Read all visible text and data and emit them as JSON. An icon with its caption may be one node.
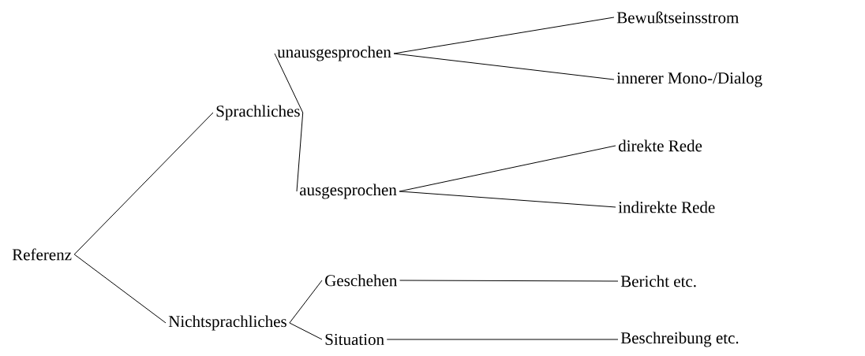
{
  "diagram": {
    "nodes": [
      {
        "text": [
          "Referenz"
        ]
      },
      {
        "text": [
          "Sprachliches"
        ]
      },
      {
        "text": [
          "unausgesprochen"
        ]
      },
      {
        "text": [
          "ausgesprochen"
        ]
      },
      {
        "text": [
          "Bewußtseinsstrom"
        ]
      },
      {
        "text": [
          "innerer Mono-/Dialog"
        ]
      },
      {
        "text": [
          "direkte Rede"
        ]
      },
      {
        "text": [
          "indirekte Rede"
        ]
      },
      {
        "text": [
          "Nichtsprachliches"
        ]
      },
      {
        "text": [
          "Geschehen"
        ]
      },
      {
        "text": [
          "Situation"
        ]
      },
      {
        "text": [
          "Bericht etc."
        ]
      },
      {
        "text": [
          "Beschreibung etc."
        ]
      }
    ],
    "edges": [
      {
        "from": 0,
        "to": 1,
        "arrow": "none"
      },
      {
        "from": 0,
        "to": 8,
        "arrow": "none"
      },
      {
        "from": 1,
        "to": 2,
        "arrow": "none"
      },
      {
        "from": 1,
        "to": 3,
        "arrow": "none"
      },
      {
        "from": 2,
        "to": 4,
        "arrow": "none"
      },
      {
        "from": 2,
        "to": 5,
        "arrow": "none"
      },
      {
        "from": 3,
        "to": 6,
        "arrow": "none"
      },
      {
        "from": 3,
        "to": 7,
        "arrow": "none"
      },
      {
        "from": 8,
        "to": 9,
        "arrow": "none"
      },
      {
        "from": 8,
        "to": 10,
        "arrow": "none"
      },
      {
        "from": 9,
        "to": 11,
        "arrow": "none"
      },
      {
        "from": 10,
        "to": 12,
        "arrow": "none"
      }
    ]
  }
}
